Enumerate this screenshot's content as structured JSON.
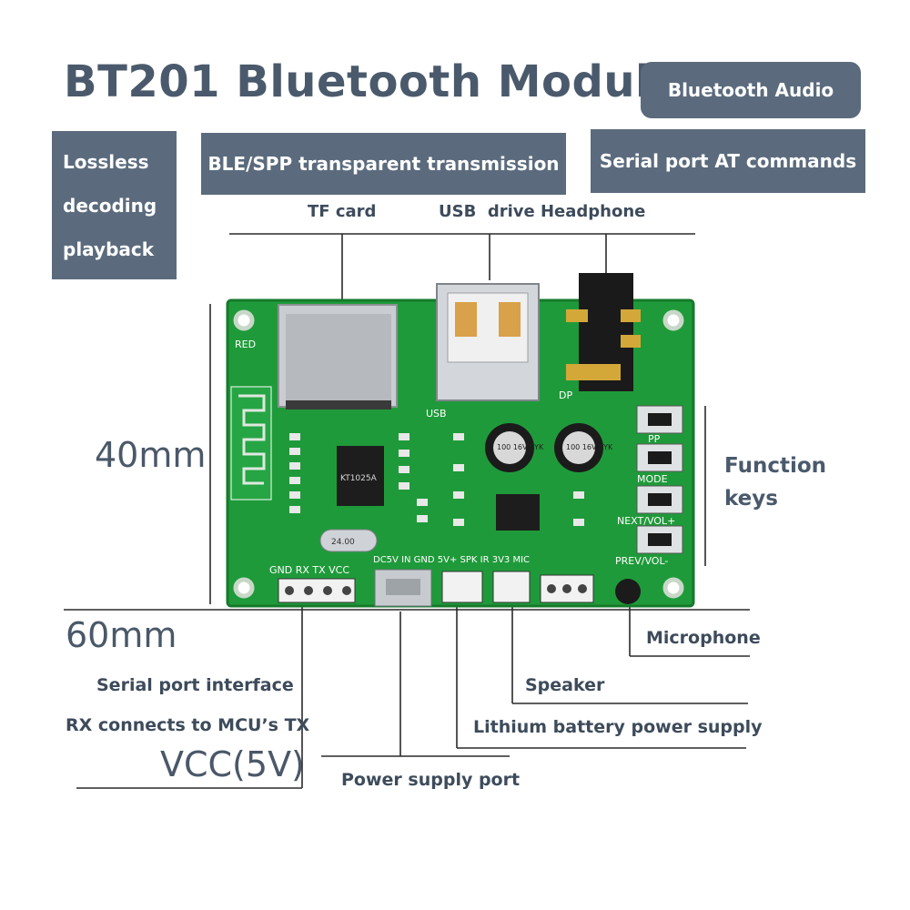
{
  "title": "BT201 Bluetooth Module",
  "features": {
    "bluetooth_audio": "Bluetooth Audio",
    "lossless": [
      "Lossless",
      "decoding",
      "playback"
    ],
    "ble_spp": "BLE/SPP transparent transmission",
    "serial_at": "Serial port AT commands"
  },
  "callouts": {
    "tf_card": "TF card",
    "usb_drive_headphone": "USB  drive Headphone",
    "function_keys": [
      "Function",
      "keys"
    ],
    "microphone": "Microphone",
    "speaker": "Speaker",
    "lithium_battery": "Lithium battery power supply",
    "power_supply_port": "Power supply port",
    "serial_port_interface": "Serial port interface",
    "rx_tx": "RX connects to MCU’s TX",
    "vcc": "VCC(5V)"
  },
  "dimensions": {
    "height": "40mm",
    "width": "60mm"
  },
  "board": {
    "silkscreen": {
      "red": "RED",
      "usb": "USB",
      "dp": "DP",
      "pp": "PP",
      "mode": "MODE",
      "next_vol": "NEXT/VOL+",
      "prev_vol": "PREV/VOL-",
      "gnd_rx_tx_vcc": "GND RX TX VCC",
      "pin_labels": "DC5V IN  GND 5V+ SPK IR 3V3 MIC",
      "chip": "KT1025A",
      "crystal": "24.00",
      "cap1": "100 16V SYK",
      "cap2": "100 16V SYK"
    },
    "colors": {
      "pcb": "#1f9a3a",
      "pcb_dark": "#157a2b",
      "label_box": "#5b6b7d",
      "metal": "#c9cdd2"
    }
  }
}
